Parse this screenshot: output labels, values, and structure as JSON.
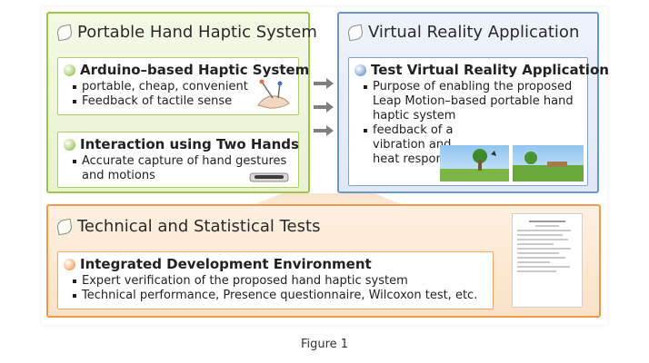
{
  "figure": {
    "caption": "Figure 1",
    "left_panel": {
      "title": "Portable Hand Haptic System",
      "box1": {
        "title": "Arduino–based Haptic System",
        "items": [
          "portable, cheap, convenient",
          "Feedback of tactile sense"
        ]
      },
      "box2": {
        "title": "Interaction using Two Hands",
        "items": [
          "Accurate capture of hand gestures and motions"
        ]
      }
    },
    "right_panel": {
      "title": "Virtual Reality Application",
      "box": {
        "title": "Test Virtual Reality Application",
        "items": [
          "Purpose of enabling the proposed Leap Motion–based portable hand haptic system",
          "feedback of a vibration and heat response."
        ]
      }
    },
    "bottom_panel": {
      "title": "Technical and Statistical Tests",
      "box": {
        "title": "Integrated Development Environment",
        "items": [
          "Expert verification of the proposed hand haptic system",
          "Technical performance, Presence questionnaire, Wilcoxon test, etc."
        ]
      }
    },
    "colors": {
      "green": "#9cc64e",
      "blue": "#6f95cc",
      "orange": "#ef9a4e"
    },
    "icons": [
      "leaf-icon",
      "arrow-right-icon",
      "hand-device-icon",
      "leap-motion-device-icon",
      "vr-scene-image",
      "questionnaire-document-image"
    ]
  }
}
